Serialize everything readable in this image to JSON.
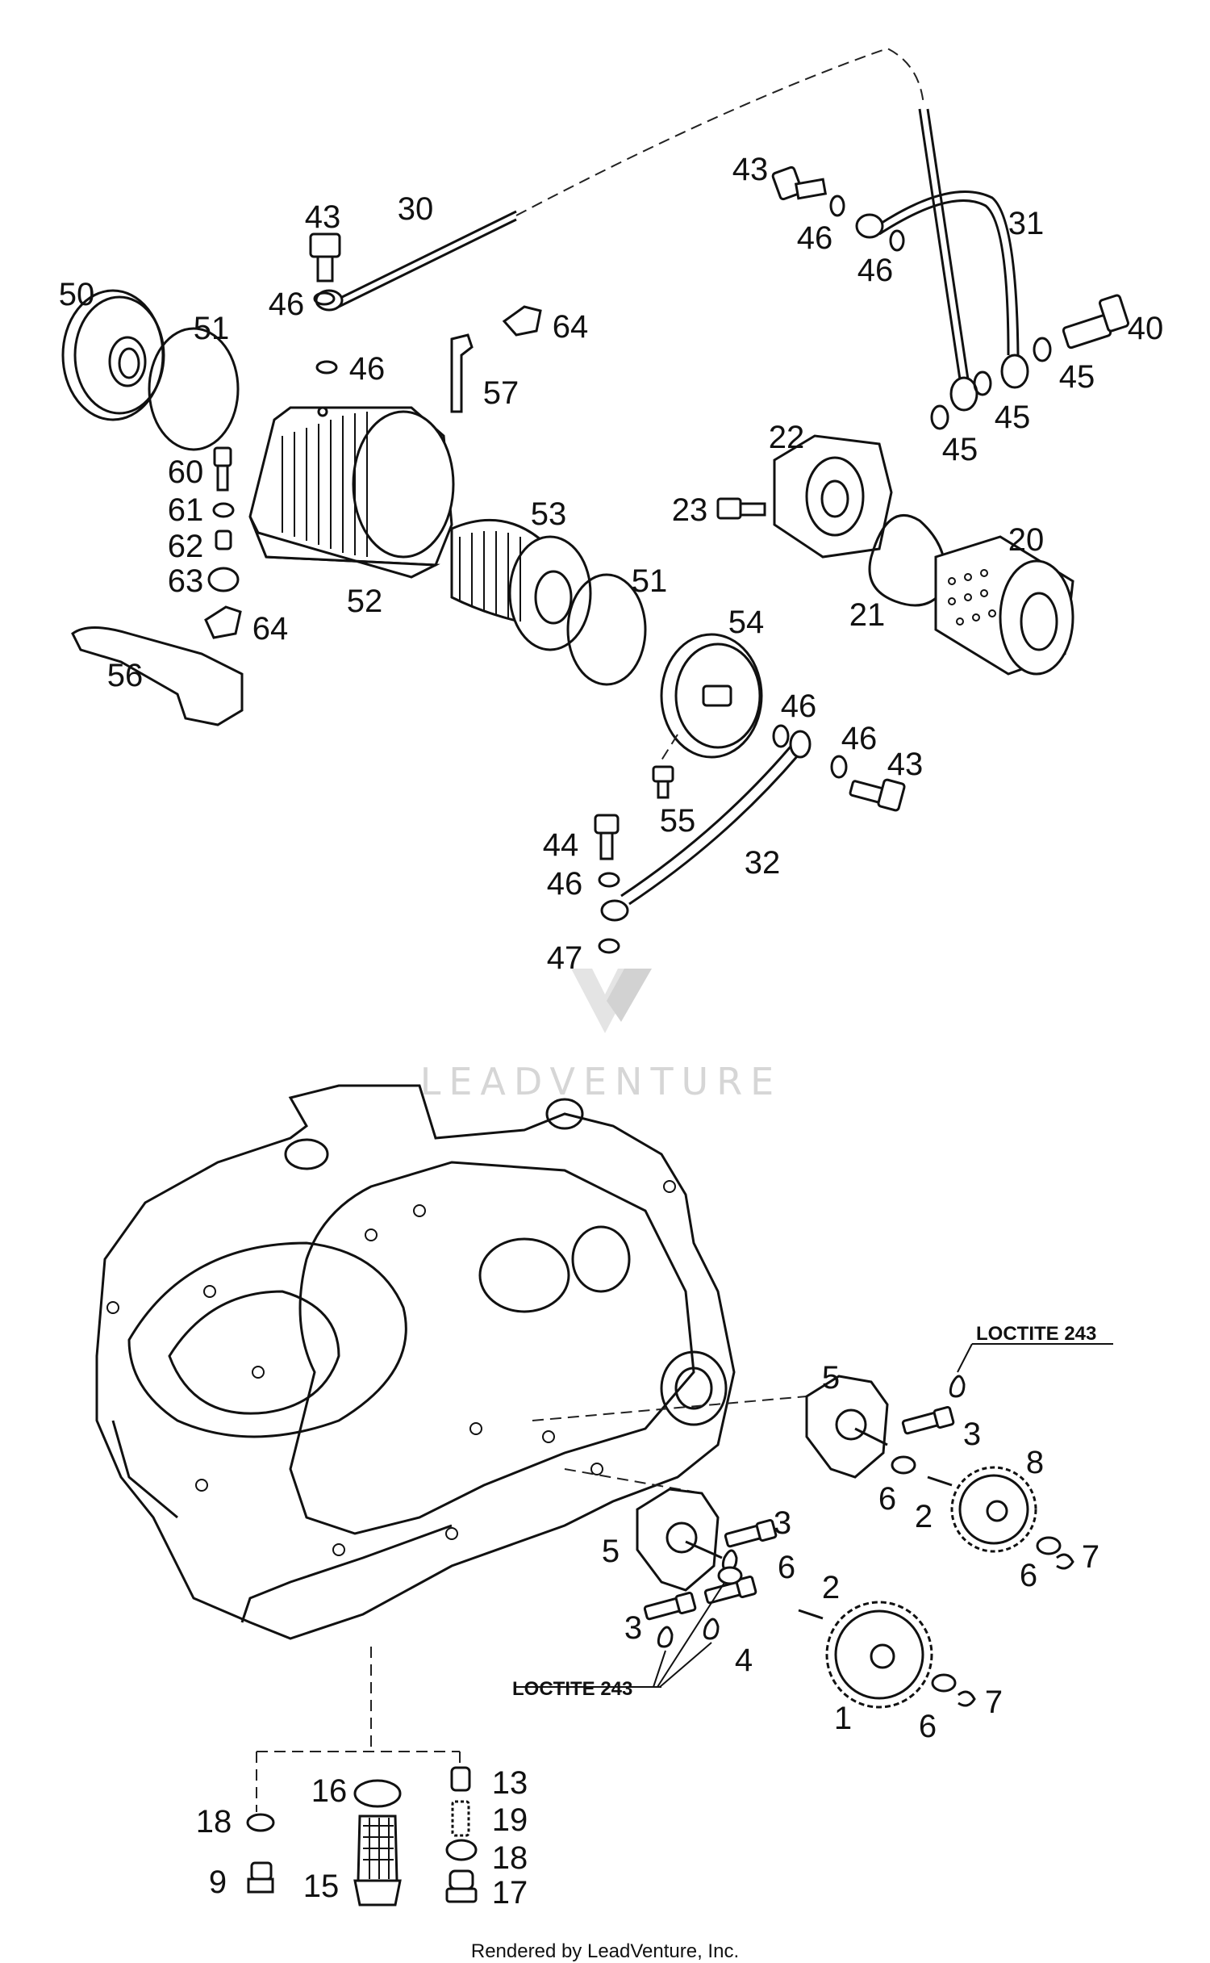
{
  "callouts": {
    "c30": "30",
    "c31": "31",
    "c43a": "43",
    "c43b": "43",
    "c43c": "43",
    "c46a": "46",
    "c46b": "46",
    "c46c": "46",
    "c46d": "46",
    "c46e": "46",
    "c46f": "46",
    "c46g": "46",
    "c50": "50",
    "c51a": "51",
    "c51b": "51",
    "c64a": "64",
    "c64b": "64",
    "c57": "57",
    "c40": "40",
    "c45a": "45",
    "c45b": "45",
    "c45c": "45",
    "c60": "60",
    "c61": "61",
    "c62": "62",
    "c63": "63",
    "c52": "52",
    "c53": "53",
    "c22": "22",
    "c23": "23",
    "c21": "21",
    "c20": "20",
    "c56": "56",
    "c54": "54",
    "c55": "55",
    "c44": "44",
    "c32": "32",
    "c47": "47",
    "c5a": "5",
    "c5b": "5",
    "c3a": "3",
    "c3b": "3",
    "c3c": "3",
    "c8": "8",
    "c6a": "6",
    "c6b": "6",
    "c6c": "6",
    "c6d": "6",
    "c2a": "2",
    "c2b": "2",
    "c7a": "7",
    "c7b": "7",
    "c4": "4",
    "c1": "1",
    "c13": "13",
    "c16": "16",
    "c19": "19",
    "c18a": "18",
    "c18b": "18",
    "c9": "9",
    "c15": "15",
    "c17": "17"
  },
  "notes": {
    "loctite_top": "LOCTITE 243",
    "loctite_bottom": "LOCTITE 243"
  },
  "watermark": "LEADVENTURE",
  "footer": "Rendered by LeadVenture, Inc."
}
